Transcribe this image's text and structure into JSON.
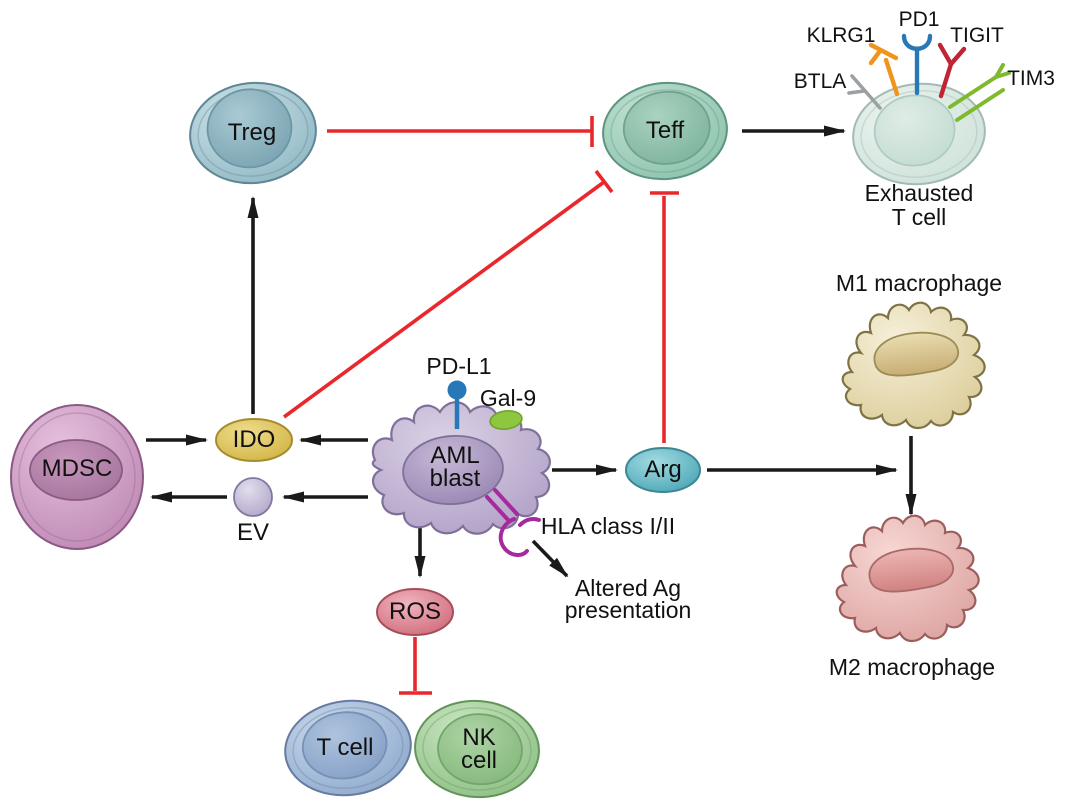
{
  "figure": {
    "colors": {
      "arrow_black": "#1a1a1a",
      "inhibition_red": "#e8282c",
      "treg_fill": "#9ec4cf",
      "teff_fill": "#9fcdbb",
      "exhausted_fill": "#d9e9e2",
      "mdsc_fill": "#d0a2c8",
      "ido_fill": "#e2c763",
      "ev_fill": "#c7bfdc",
      "aml_fill": "#c6b9d7",
      "arg_fill": "#6bbccb",
      "ros_fill": "#df93a0",
      "tcell_fill": "#a9c2de",
      "nk_fill": "#a6d09d",
      "m1_fill": "#e7dcae",
      "m2_fill": "#ecbab7",
      "pdl1_blue": "#2878b8",
      "gal9_green": "#8dc63f",
      "hla_magenta": "#a62a9c",
      "btla_gray": "#9aa0a4",
      "klrg1_orange": "#f0941c",
      "pd1_blue": "#2878b8",
      "tigit_red": "#bf2534",
      "tim3_green": "#7fb92d"
    },
    "cells": {
      "treg": {
        "label": "Treg"
      },
      "teff": {
        "label": "Teff"
      },
      "exhausted": {
        "label_line1": "Exhausted",
        "label_line2": "T cell"
      },
      "mdsc": {
        "label": "MDSC"
      },
      "aml": {
        "label_line1": "AML",
        "label_line2": "blast"
      },
      "m1": {
        "label": "M1 macrophage"
      },
      "m2": {
        "label": "M2 macrophage"
      },
      "tcell": {
        "label": "T cell"
      },
      "nk": {
        "label_line1": "NK",
        "label_line2": "cell"
      }
    },
    "molecules": {
      "ido": {
        "label": "IDO"
      },
      "ev": {
        "label": "EV"
      },
      "arg": {
        "label": "Arg"
      },
      "ros": {
        "label": "ROS"
      },
      "pdl1": {
        "label": "PD-L1"
      },
      "gal9": {
        "label": "Gal-9"
      },
      "hla": {
        "label": "HLA class I/II"
      },
      "altered_ag": {
        "label_line1": "Altered Ag",
        "label_line2": "presentation"
      }
    },
    "receptors": {
      "btla": {
        "label": "BTLA"
      },
      "klrg1": {
        "label": "KLRG1"
      },
      "pd1": {
        "label": "PD1"
      },
      "tigit": {
        "label": "TIGIT"
      },
      "tim3": {
        "label": "TIM3"
      }
    },
    "relationships": [
      {
        "from": "MDSC",
        "to": "IDO",
        "type": "produces"
      },
      {
        "from": "AML blast",
        "to": "IDO",
        "type": "produces"
      },
      {
        "from": "AML blast",
        "to": "EV",
        "type": "releases"
      },
      {
        "from": "EV",
        "to": "MDSC",
        "type": "activates"
      },
      {
        "from": "AML blast",
        "to": "ROS",
        "type": "produces"
      },
      {
        "from": "AML blast",
        "to": "Arg",
        "type": "produces"
      },
      {
        "from": "IDO",
        "to": "Treg",
        "type": "activates"
      },
      {
        "from": "IDO",
        "to": "Teff",
        "type": "inhibits"
      },
      {
        "from": "Treg",
        "to": "Teff",
        "type": "inhibits"
      },
      {
        "from": "Arg",
        "to": "Teff",
        "type": "inhibits"
      },
      {
        "from": "ROS",
        "to": "T cell / NK cell",
        "type": "inhibits"
      },
      {
        "from": "Teff",
        "to": "Exhausted T cell",
        "type": "becomes"
      },
      {
        "from": "Arg",
        "to": "M1-to-M2 polarization",
        "type": "promotes"
      },
      {
        "from": "M1 macrophage",
        "to": "M2 macrophage",
        "type": "becomes"
      },
      {
        "from": "HLA class I/II",
        "to": "Altered Ag presentation",
        "type": "leads-to"
      }
    ]
  }
}
